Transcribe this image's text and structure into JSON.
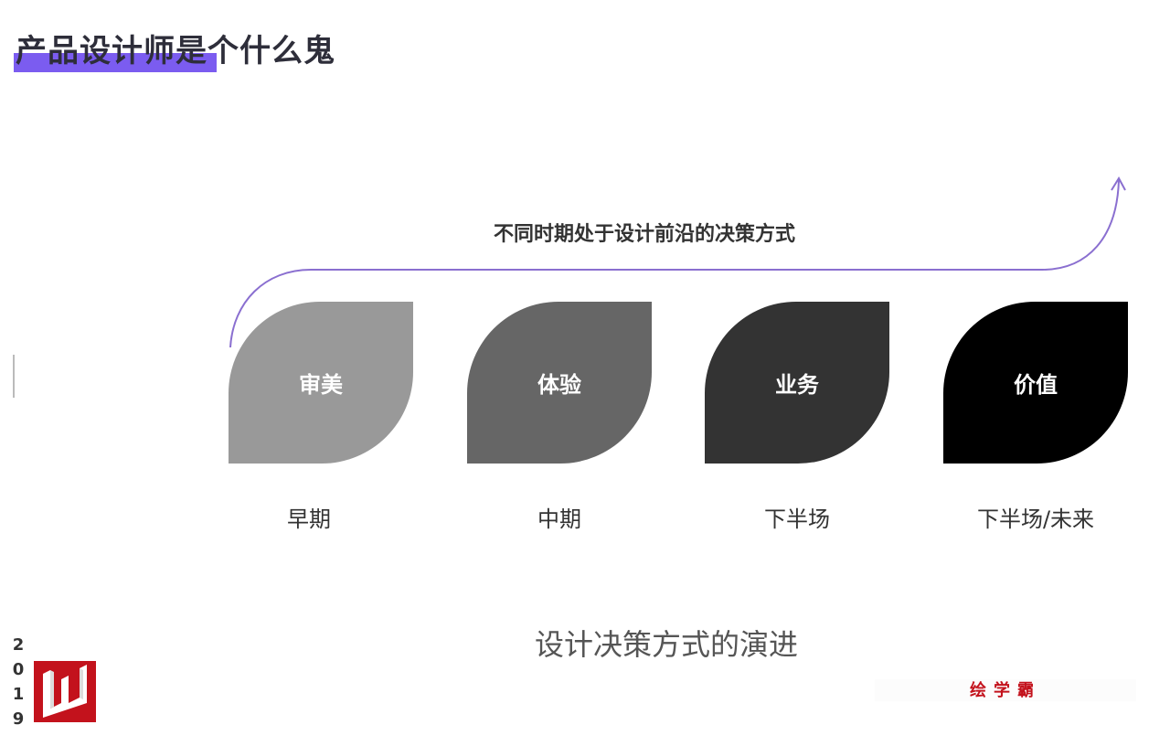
{
  "header": {
    "title": "产品设计师是个什么鬼"
  },
  "diagram": {
    "arrow_label": "不同时期处于设计前沿的决策方式",
    "stages": [
      {
        "label": "审美",
        "period": "早期",
        "color": "#999999"
      },
      {
        "label": "体验",
        "period": "中期",
        "color": "#666666"
      },
      {
        "label": "业务",
        "period": "下半场",
        "color": "#333333"
      },
      {
        "label": "价值",
        "period": "下半场/未来",
        "color": "#000000"
      }
    ],
    "caption": "设计决策方式的演进"
  },
  "footer": {
    "year_digits": [
      "2",
      "0",
      "1",
      "9"
    ],
    "logo_text": "W",
    "brand": "绘学霸"
  },
  "colors": {
    "accent": "#7b5cf0",
    "arrow": "#8a6fd0",
    "brand": "#c3121c"
  }
}
